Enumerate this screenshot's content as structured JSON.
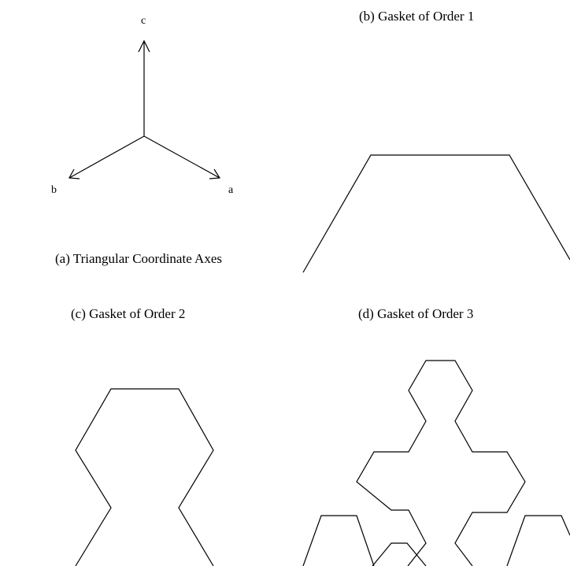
{
  "panels": {
    "a": {
      "caption": "(a) Triangular Coordinate Axes",
      "axis_labels": {
        "a": "a",
        "b": "b",
        "c": "c"
      }
    },
    "b": {
      "caption": "(b) Gasket of Order 1"
    },
    "c": {
      "caption": "(c) Gasket of Order 2"
    },
    "d": {
      "caption": "(d) Gasket of Order 3"
    }
  },
  "colors": {
    "stroke": "#000000",
    "background": "#ffffff"
  }
}
